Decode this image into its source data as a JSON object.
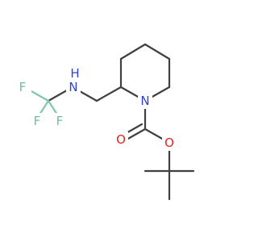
{
  "molecule": {
    "colors": {
      "carbon_bond": "#404040",
      "nitrogen": "#2f3fd8",
      "oxygen": "#e0261e",
      "fluorine": "#6fbf9a"
    },
    "atoms": {
      "n_ring": "N",
      "n_amine": "N",
      "h_amine": "H",
      "o_carbonyl": "O",
      "o_ester": "O",
      "f1": "F",
      "f2": "F",
      "f3": "F"
    }
  }
}
